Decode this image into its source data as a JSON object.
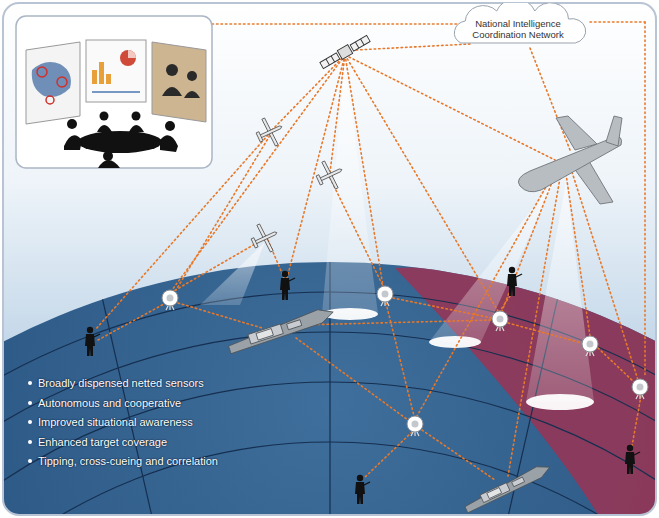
{
  "diagram": {
    "nodes": [
      {
        "text": [
          "National Intelligence Coordination Network"
        ]
      }
    ],
    "labels": [
      "Broadly dispensed netted sensors",
      "Autonomous and cooperative",
      "Improved situational awareness",
      "Enhanced target coverage",
      "Tipping, cross-cueing and correlation"
    ]
  }
}
